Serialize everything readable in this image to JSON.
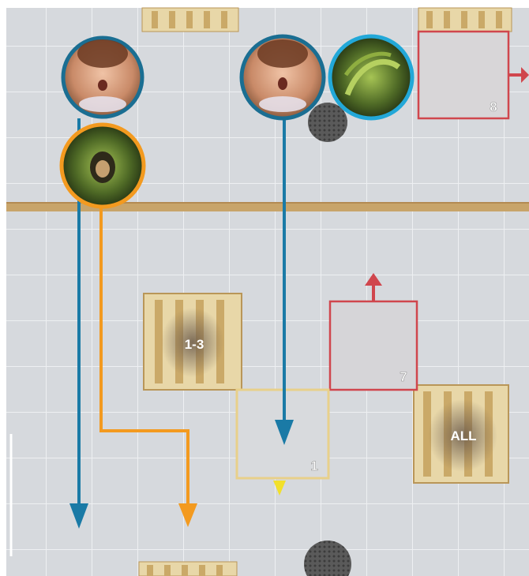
{
  "board": {
    "colors": {
      "floor": "#d6d9dd",
      "grid": "#eef0f2",
      "rail": "#c8a46a",
      "pallet_wood": "#e8d7a8",
      "pallet_slat": "#caa968",
      "pallet_stain": "#6b5a4a",
      "zone_red": "#d0464d",
      "zone_yellow": "#e8d08a",
      "drain": "#5a5a5a",
      "path_blue": "#1a7aa6",
      "path_orange": "#f39a1f",
      "ring_blue": "#1a6e92",
      "ring_orange": "#f39a1f",
      "ring_cyan": "#22a8d8",
      "marker_yellow": "#f2e02a"
    },
    "pallets": [
      {
        "id": "pallet-top-left",
        "label": ""
      },
      {
        "id": "pallet-top-right",
        "label": ""
      },
      {
        "id": "pallet-1-3",
        "label": "1-3"
      },
      {
        "id": "pallet-all",
        "label": "ALL"
      },
      {
        "id": "pallet-bottom",
        "label": ""
      }
    ],
    "zones": [
      {
        "id": "zone-8",
        "label": "8",
        "color": "red"
      },
      {
        "id": "zone-7",
        "label": "7",
        "color": "red"
      },
      {
        "id": "zone-1",
        "label": "1",
        "color": "yellow"
      }
    ],
    "tokens": [
      {
        "id": "token-survivor-1",
        "kind": "survivor",
        "ring": "blue"
      },
      {
        "id": "token-zombie-orange",
        "kind": "zombie",
        "ring": "orange"
      },
      {
        "id": "token-survivor-2",
        "kind": "survivor",
        "ring": "blue"
      },
      {
        "id": "token-zombie-cyan",
        "kind": "zombie",
        "ring": "cyan"
      }
    ],
    "paths": [
      {
        "id": "path-survivor-1",
        "color": "blue"
      },
      {
        "id": "path-zombie-orange",
        "color": "orange"
      },
      {
        "id": "path-survivor-2",
        "color": "blue"
      }
    ]
  }
}
